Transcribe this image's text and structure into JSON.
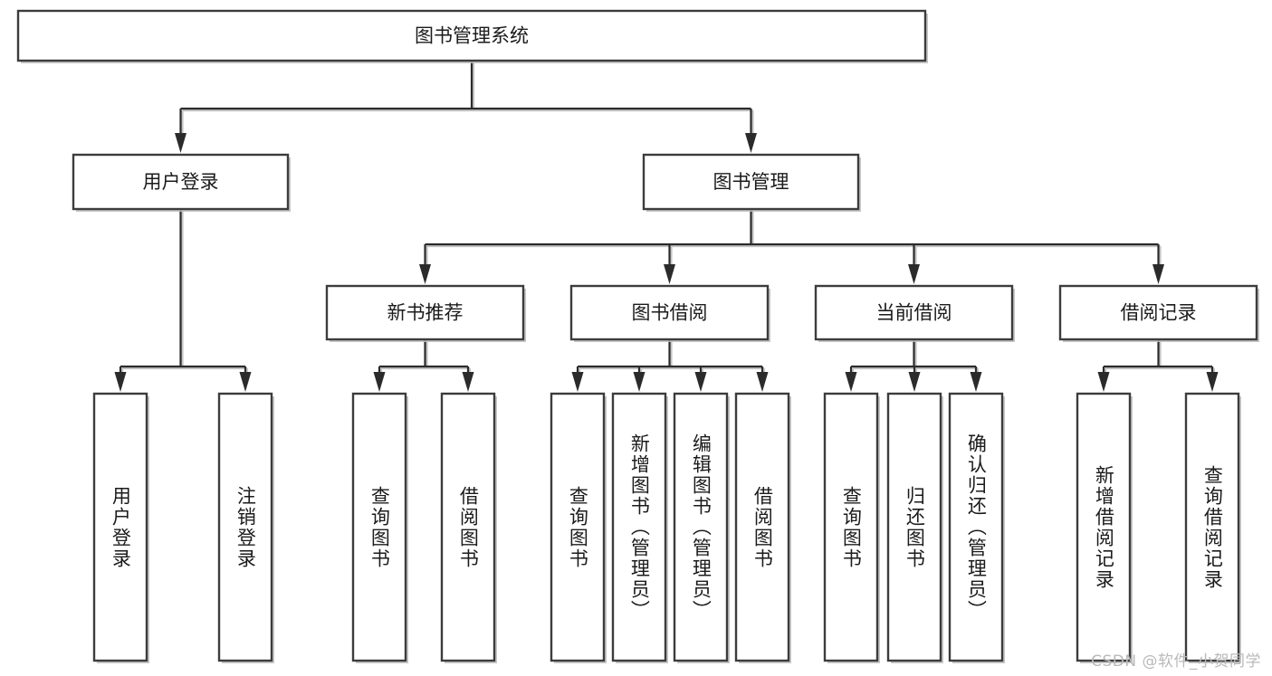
{
  "diagram": {
    "type": "tree",
    "title": "图书管理系统",
    "orientation": "top-down",
    "edge_style": "orthogonal-arrow",
    "colors": {
      "box_fill": "#ffffff",
      "box_border": "#3c3c3c",
      "connector": "#2b2b2b",
      "text": "#1b1b1b",
      "watermark": "#b9b9b9",
      "background": "#ffffff"
    },
    "root": {
      "label": "图书管理系统",
      "text_direction": "horizontal"
    },
    "level2": [
      {
        "label": "用户登录",
        "text_direction": "horizontal"
      },
      {
        "label": "图书管理",
        "text_direction": "horizontal"
      }
    ],
    "level3": [
      {
        "label": "新书推荐",
        "text_direction": "horizontal",
        "parent": "图书管理"
      },
      {
        "label": "图书借阅",
        "text_direction": "horizontal",
        "parent": "图书管理"
      },
      {
        "label": "当前借阅",
        "text_direction": "horizontal",
        "parent": "图书管理"
      },
      {
        "label": "借阅记录",
        "text_direction": "horizontal",
        "parent": "图书管理"
      }
    ],
    "leaves": {
      "用户登录": [
        {
          "label": "用户登录",
          "text_direction": "vertical"
        },
        {
          "label": "注销登录",
          "text_direction": "vertical"
        }
      ],
      "新书推荐": [
        {
          "label": "查询图书",
          "text_direction": "vertical"
        },
        {
          "label": "借阅图书",
          "text_direction": "vertical"
        }
      ],
      "图书借阅": [
        {
          "label": "查询图书",
          "text_direction": "vertical"
        },
        {
          "label": "新增图书（管理员）",
          "text_direction": "vertical"
        },
        {
          "label": "编辑图书（管理员）",
          "text_direction": "vertical"
        },
        {
          "label": "借阅图书",
          "text_direction": "vertical"
        }
      ],
      "当前借阅": [
        {
          "label": "查询图书",
          "text_direction": "vertical"
        },
        {
          "label": "归还图书",
          "text_direction": "vertical"
        },
        {
          "label": "确认归还（管理员）",
          "text_direction": "vertical"
        }
      ],
      "借阅记录": [
        {
          "label": "新增借阅记录",
          "text_direction": "vertical"
        },
        {
          "label": "查询借阅记录",
          "text_direction": "vertical"
        }
      ]
    }
  },
  "watermark": {
    "text": "CSDN @软件_小贺同学"
  }
}
